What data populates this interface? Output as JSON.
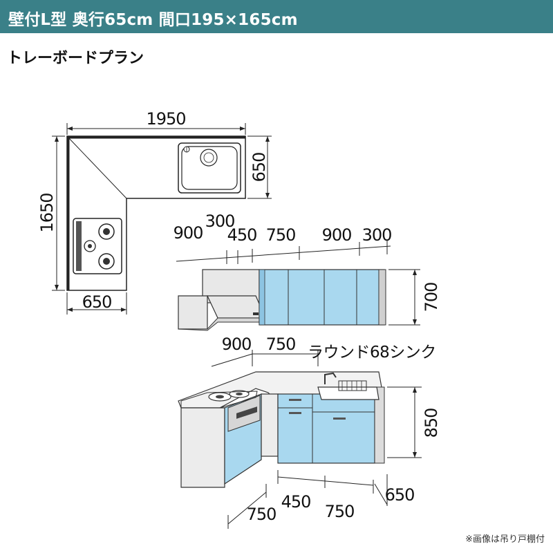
{
  "header": {
    "title": "壁付L型 奥行65cm 間口195×165cm"
  },
  "subtitle": "トレーボードプラン",
  "colors": {
    "header_bg": "#3a8088",
    "cabinet_blue": "#a9d8ef",
    "panel_gray": "#e6e6e6"
  },
  "plan_view": {
    "width": "1950",
    "depth_right": "650",
    "length_left": "1650",
    "depth_bottom": "650"
  },
  "wall_cabinets": {
    "widths": [
      "900",
      "300",
      "450",
      "750",
      "900",
      "300"
    ],
    "height": "700"
  },
  "floor_cabinets": {
    "top_widths": [
      "900",
      "750"
    ],
    "sink_label": "ラウンド68シンク",
    "height": "850",
    "depth": "650",
    "bottom_widths": [
      "750",
      "450",
      "750"
    ]
  },
  "footnote": "※画像は吊り戸棚付"
}
